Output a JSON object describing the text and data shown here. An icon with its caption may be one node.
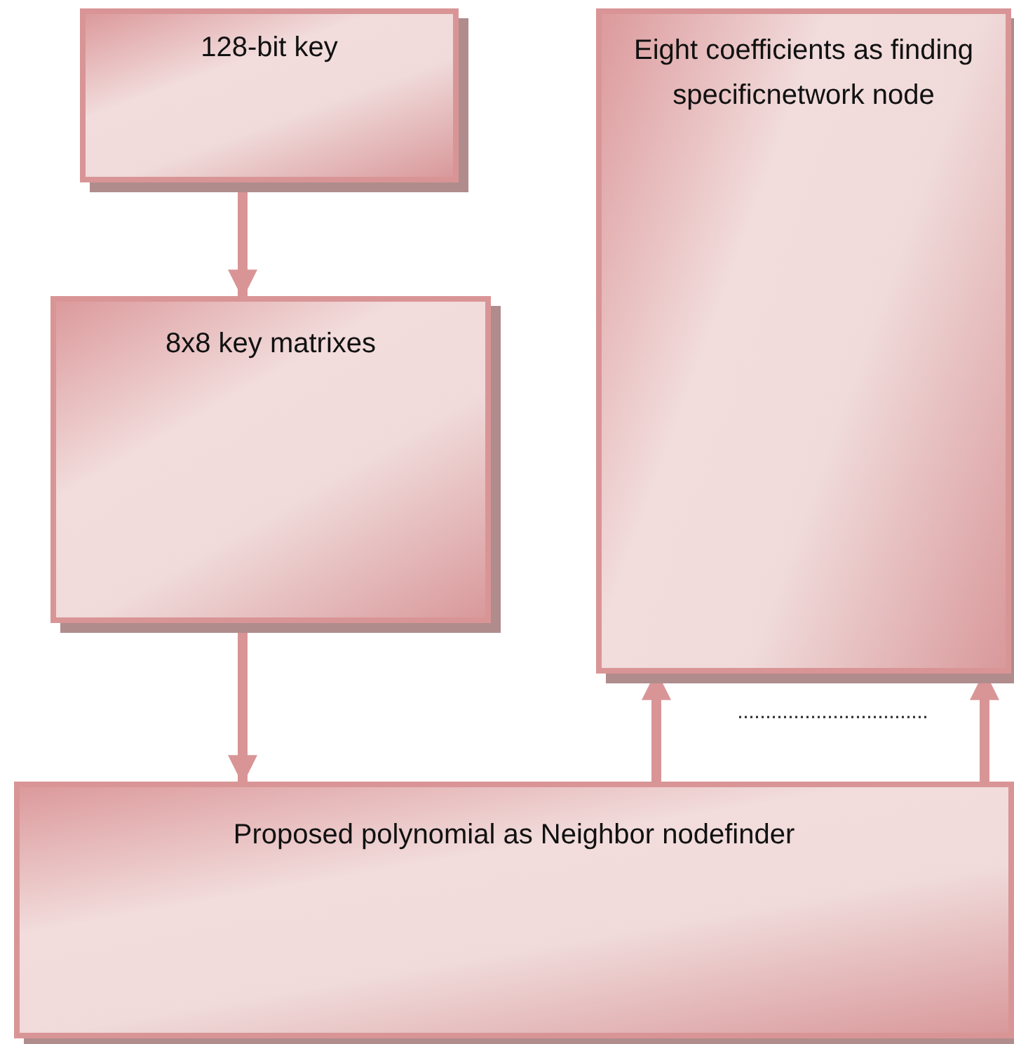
{
  "diagram": {
    "nodes": [
      {
        "text": [
          "128-bit key"
        ]
      },
      {
        "text": [
          "8x8 key matrixes"
        ]
      },
      {
        "text": [
          "Eight coefficients as finding specificnetwork node"
        ]
      },
      {
        "text": [
          "Proposed polynomial as Neighbor nodefinder"
        ]
      }
    ],
    "edges": [
      {
        "from": 0,
        "to": 1,
        "arrow": "to"
      },
      {
        "from": 1,
        "to": 3,
        "arrow": "to"
      },
      {
        "from": 3,
        "to": 2,
        "arrow": "to"
      },
      {
        "from": 3,
        "to": 2,
        "arrow": "to"
      }
    ]
  }
}
